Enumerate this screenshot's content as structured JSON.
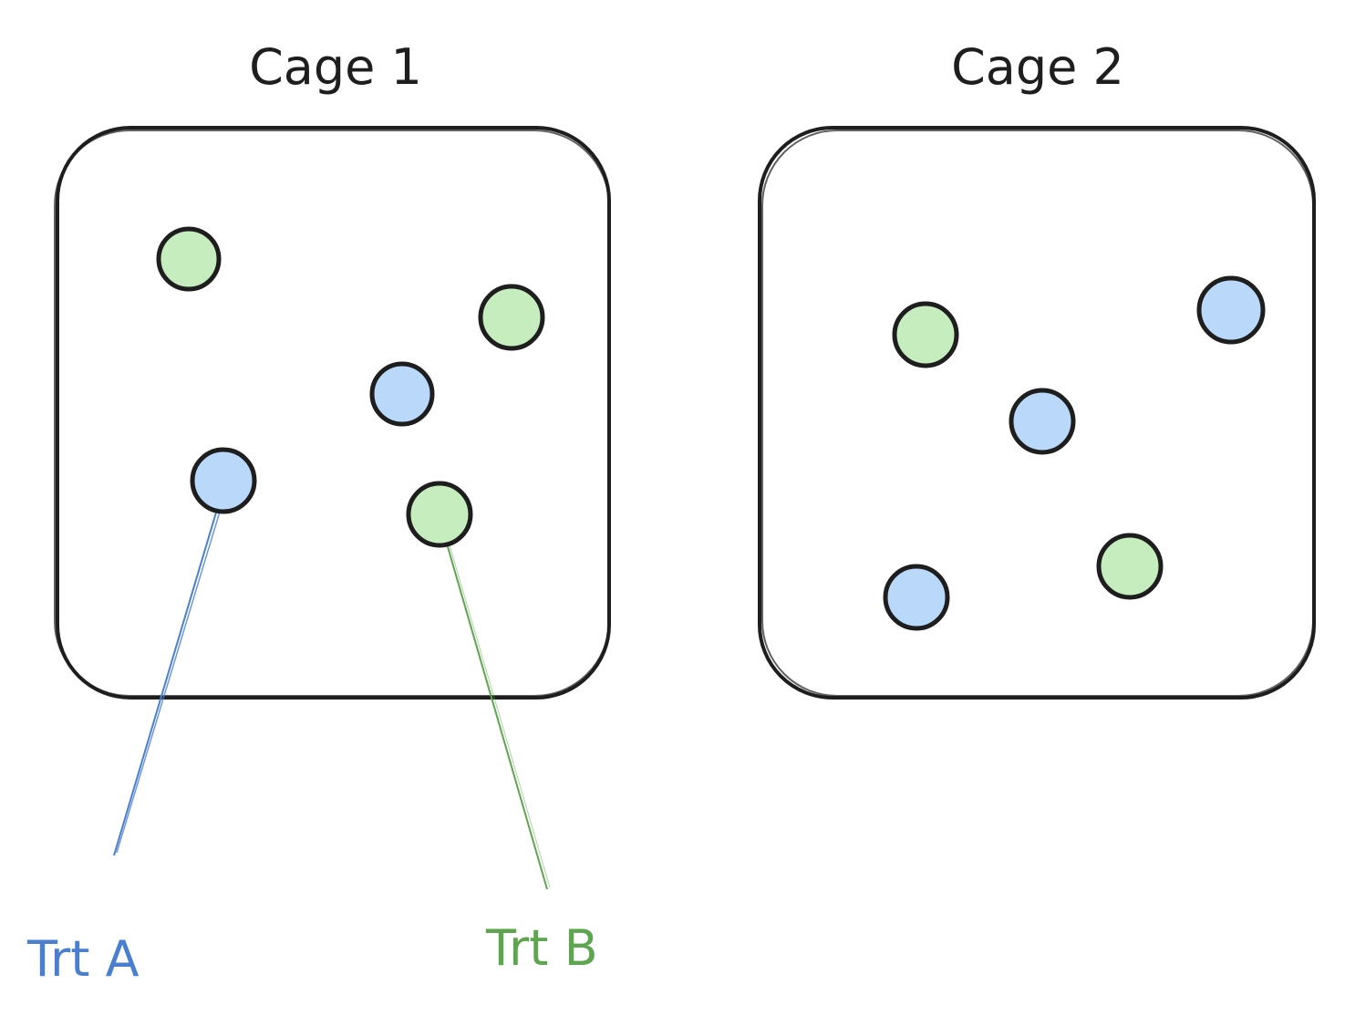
{
  "cages": [
    {
      "title": "Cage 1",
      "animals": [
        {
          "treatment": "B"
        },
        {
          "treatment": "B"
        },
        {
          "treatment": "A"
        },
        {
          "treatment": "A"
        },
        {
          "treatment": "B"
        }
      ]
    },
    {
      "title": "Cage 2",
      "animals": [
        {
          "treatment": "B"
        },
        {
          "treatment": "A"
        },
        {
          "treatment": "A"
        },
        {
          "treatment": "A"
        },
        {
          "treatment": "B"
        }
      ]
    }
  ],
  "legend": {
    "trt_a": {
      "label": "Trt A",
      "color": "#4a7fd0",
      "fill": "#b9d8fa"
    },
    "trt_b": {
      "label": "Trt B",
      "color": "#5ea54f",
      "fill": "#c6edbd"
    }
  },
  "colors": {
    "outline": "#1e1e1e",
    "background": "#ffffff"
  }
}
